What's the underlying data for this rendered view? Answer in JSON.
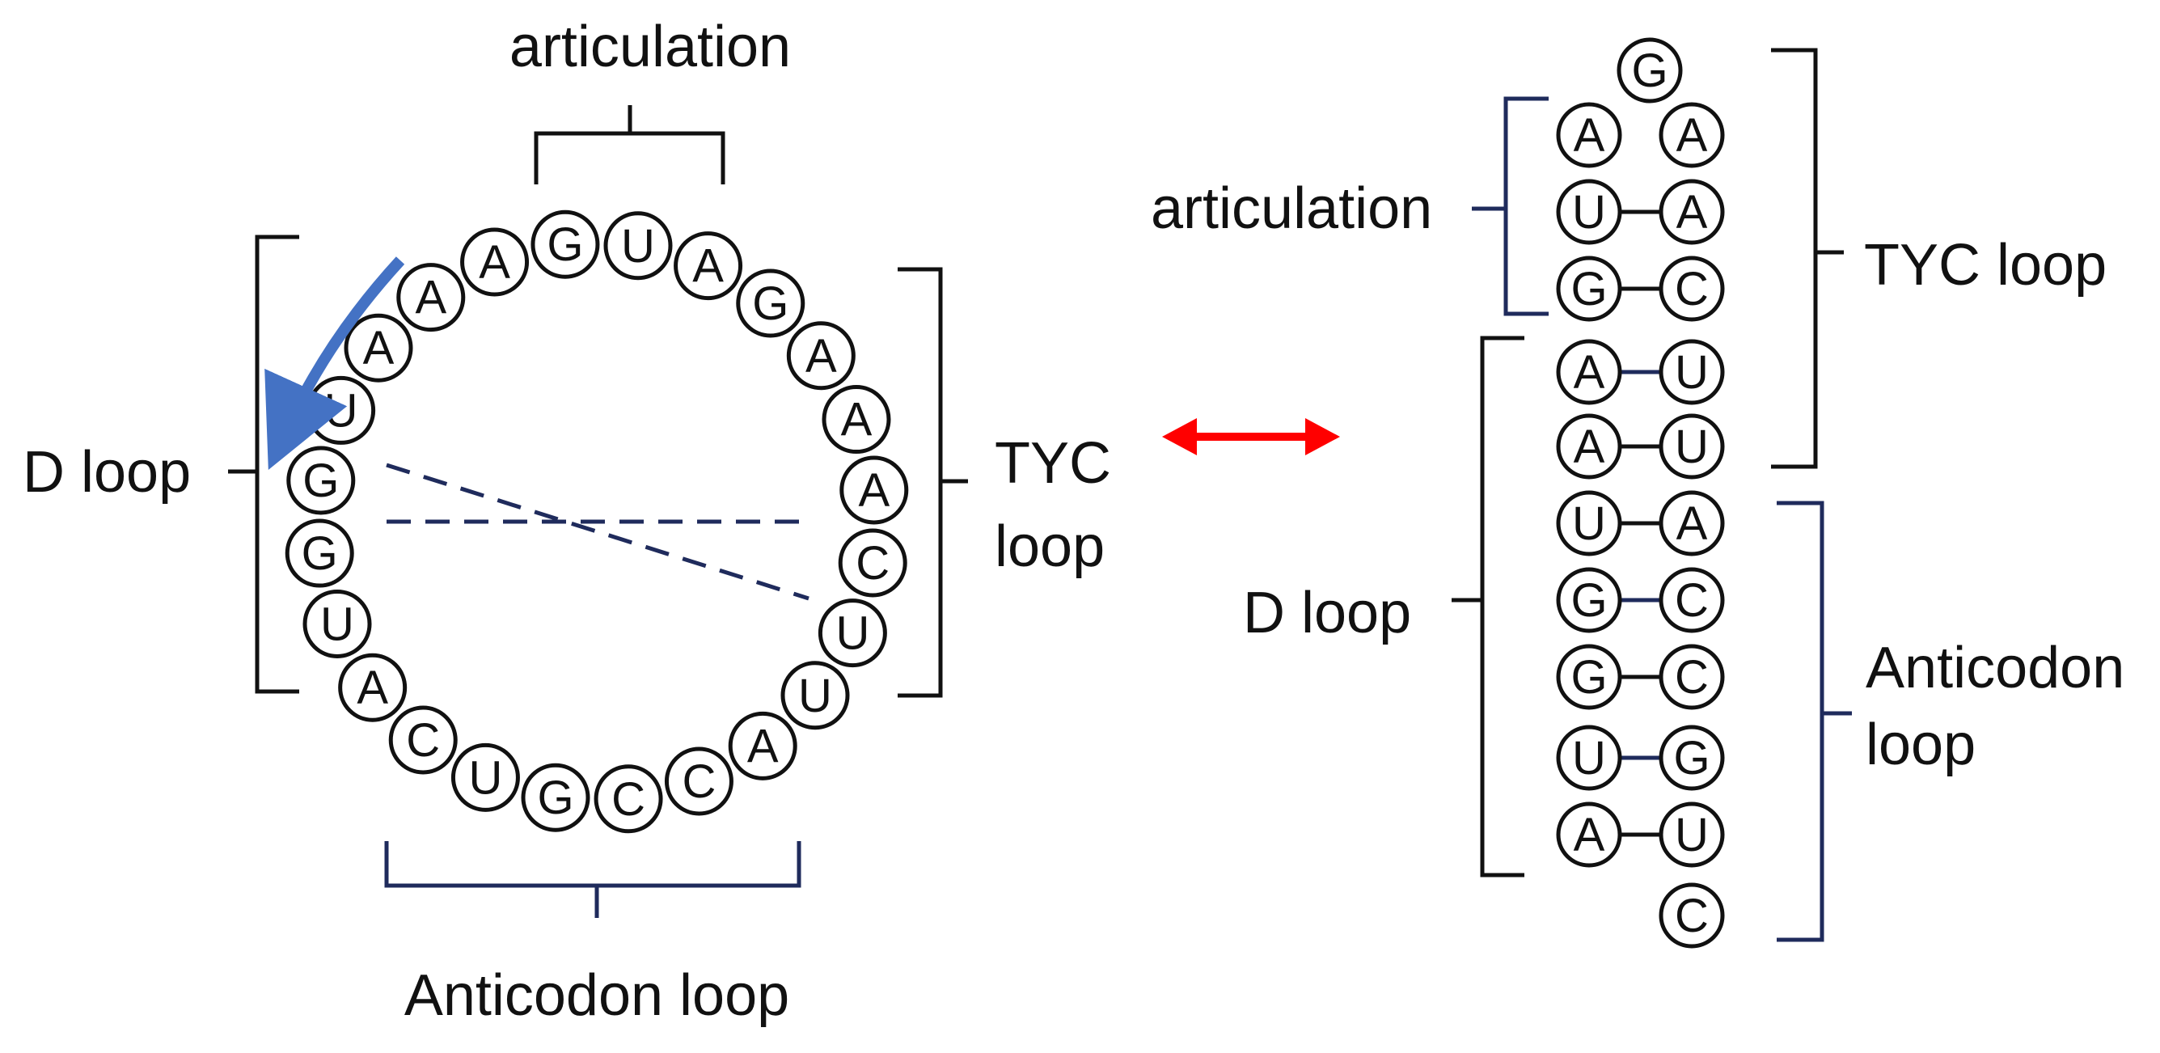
{
  "circular_form": {
    "nucleotides": [
      "G",
      "U",
      "A",
      "G",
      "A",
      "A",
      "A",
      "C",
      "U",
      "U",
      "A",
      "C",
      "C",
      "G",
      "U",
      "C",
      "A",
      "U",
      "G",
      "G",
      "U",
      "A",
      "A",
      "A"
    ],
    "labels": {
      "articulation": "articulation",
      "d_loop": "D loop",
      "tyc_loop_line1": "TYC",
      "tyc_loop_line2": "loop",
      "anticodon_loop": "Anticodon loop"
    },
    "arrow_color": "#4472c4"
  },
  "double_arrow_color": "#ff0000",
  "hairpin_form": {
    "top": "G",
    "left_strand": [
      "A",
      "U",
      "G",
      "A",
      "A",
      "U",
      "G",
      "G",
      "U",
      "A"
    ],
    "right_strand": [
      "A",
      "A",
      "C",
      "U",
      "U",
      "A",
      "C",
      "C",
      "G",
      "U",
      "C"
    ],
    "labels": {
      "articulation": "articulation",
      "tyc_loop": "TYC loop",
      "d_loop": "D loop",
      "anticodon_loop_line1": "Anticodon",
      "anticodon_loop_line2": "loop"
    }
  }
}
